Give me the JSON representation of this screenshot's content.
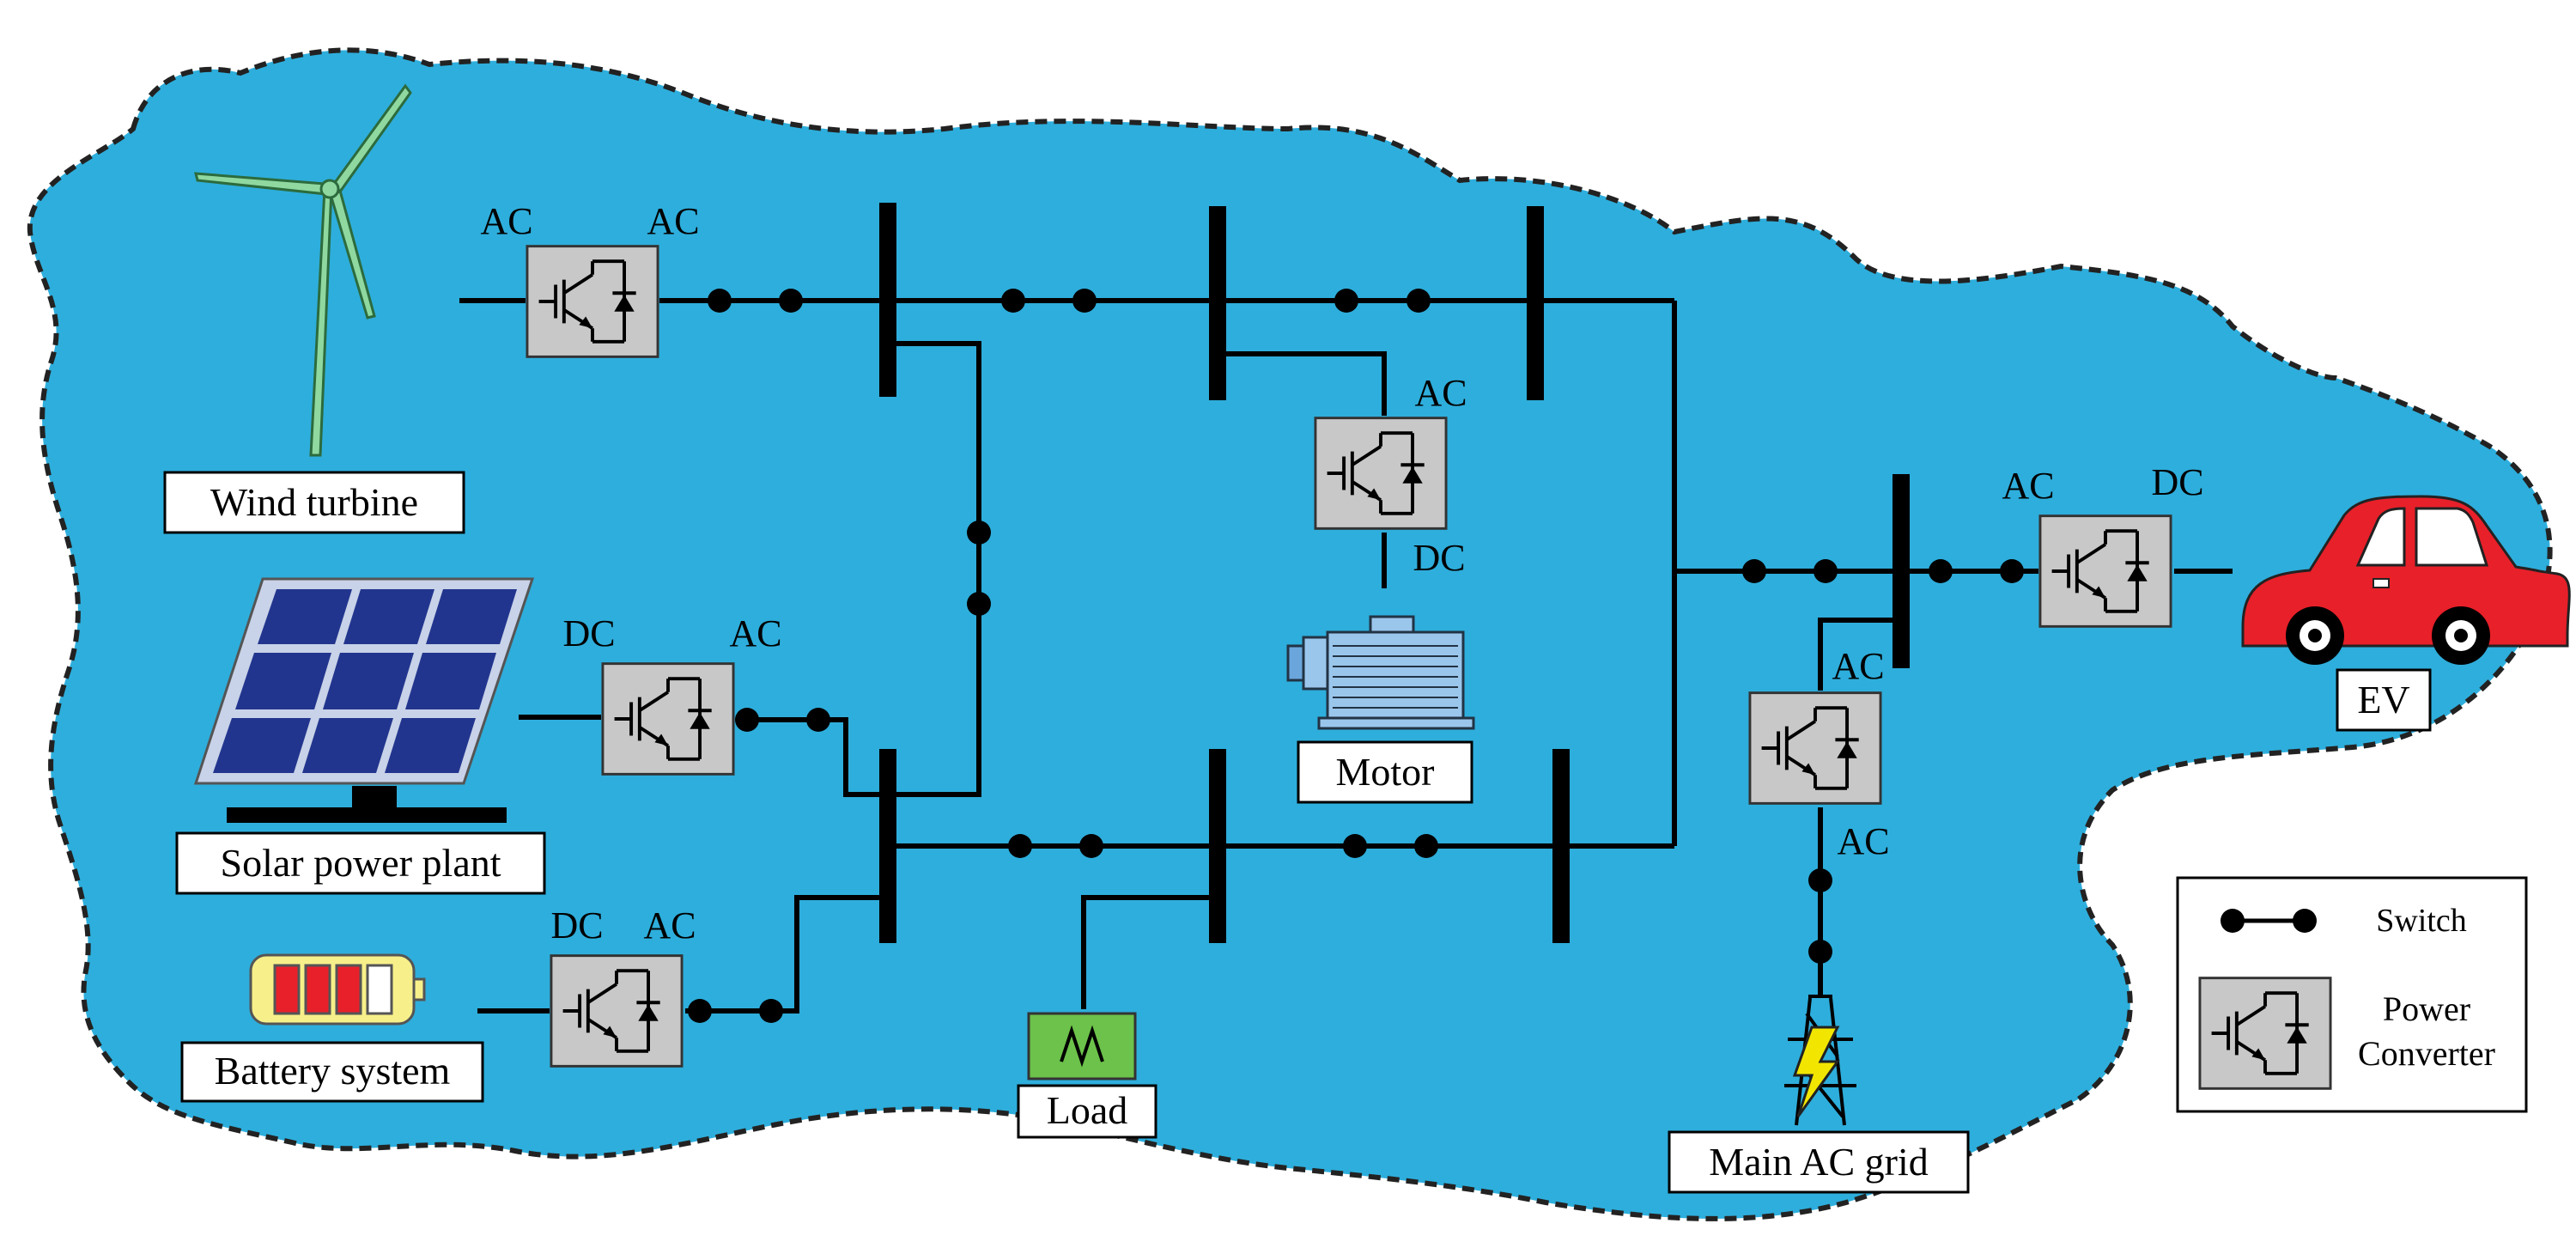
{
  "components": {
    "wind": "Wind turbine",
    "solar": "Solar power plant",
    "battery": "Battery system",
    "load": "Load",
    "motor": "Motor",
    "grid": "Main AC grid",
    "ev": "EV"
  },
  "converters": {
    "wind": {
      "in": "AC",
      "out": "AC"
    },
    "solar": {
      "in": "DC",
      "out": "AC"
    },
    "battery": {
      "in": "DC",
      "out": "AC"
    },
    "motor": {
      "in": "AC",
      "out": "DC"
    },
    "ev": {
      "in": "AC",
      "out": "DC"
    },
    "grid": {
      "in": "AC",
      "out": "AC"
    }
  },
  "legend": {
    "switch": "Switch",
    "converter_line1": "Power",
    "converter_line2": "Converter"
  },
  "colors": {
    "background": "#2eaedc",
    "converter_fill": "#c8c8c8",
    "ev_body": "#e8202a",
    "turbine": "#8fd8a0",
    "solar_panel": "#22358e",
    "load_fill": "#6cc24a",
    "bolt": "#f2e600"
  },
  "icons": {
    "converter": "igbt-diode-icon",
    "switch": "switch-icon",
    "wind": "wind-turbine-icon",
    "solar": "solar-panel-icon",
    "battery": "battery-icon",
    "load": "resistive-load-icon",
    "motor": "motor-icon",
    "grid": "transmission-tower-icon",
    "ev": "car-icon"
  }
}
